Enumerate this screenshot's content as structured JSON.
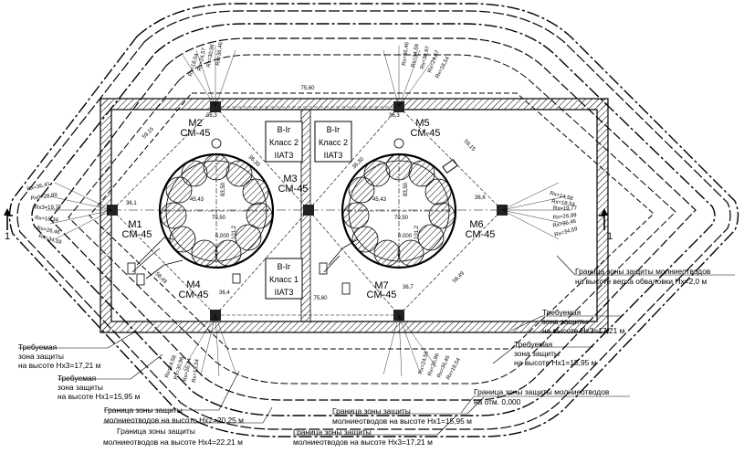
{
  "masts": [
    {
      "id": "M1",
      "type": "СМ-45"
    },
    {
      "id": "M2",
      "type": "СМ-45"
    },
    {
      "id": "M3",
      "type": "СМ-45"
    },
    {
      "id": "M4",
      "type": "СМ-45"
    },
    {
      "id": "M5",
      "type": "СМ-45"
    },
    {
      "id": "M6",
      "type": "СМ-45"
    },
    {
      "id": "M7",
      "type": "СМ-45"
    }
  ],
  "zone_boxes": [
    {
      "line1": "В-Iг",
      "line2": "Класс 2",
      "line3": "IIАТ3"
    },
    {
      "line1": "В-Iг",
      "line2": "Класс 2",
      "line3": "IIАТ3"
    },
    {
      "line1": "В-Iг",
      "line2": "Класс 1",
      "line3": "IIАТ3"
    }
  ],
  "section_mark": "1",
  "dims": {
    "top_total": "75,60",
    "bottom_total": "75,60",
    "left_d1": "59,15",
    "left_d2": "58,49",
    "right_d1": "59,15",
    "right_d2": "58,49",
    "center_left": "36,30",
    "center_right": "36,30",
    "tank_left_1": "45,43",
    "tank_left_2": "79,50",
    "tank_left_3": "83,50",
    "tank_left_4": "101,2",
    "tank_left_5": "0,000",
    "tank_right_1": "45,43",
    "tank_right_2": "79,50",
    "tank_right_3": "83,50",
    "tank_right_4": "101,2",
    "tank_right_5": "0,000",
    "m1_label": "36,1",
    "m2_label": "36,3",
    "m5_label": "36,3",
    "m6_label": "36,6",
    "m4_label": "36,4",
    "m7_label": "36,7"
  },
  "radii_left": [
    "Rx=36,41",
    "Rx0=28,89",
    "Rx3=19,77",
    "Rx=16,34",
    "Rx=26,46",
    "Rx=34,59"
  ],
  "radii_right": [
    "Rx=14,58",
    "Rx=18,54",
    "Rx=19,77",
    "Rx=26,99",
    "Rx=36,46",
    "Rx=34,59"
  ],
  "radii_top_left": [
    "Rx=36,46",
    "Rx=30,96",
    "Rx=24,57",
    "Rx=18,54"
  ],
  "radii_top_right": [
    "Rx=36,46",
    "Rx=34,59",
    "Rx=30,97",
    "Rx=24,57",
    "Rx=18,54"
  ],
  "radii_bot_left": [
    "Rx=24,58",
    "Rx=30,96",
    "Rx=26,44",
    "Rx=18,54"
  ],
  "radii_bot_right": [
    "Rx=24,58",
    "Rx=30,96",
    "Rx=36,46",
    "Rx=18,54"
  ],
  "annotations": {
    "ul_req_title": "Требуемая",
    "ul_req_line2": "зона защиты",
    "ul_req_line3": "на высоте Нх3=17,21 м",
    "ll_req_title": "Требуемая",
    "ll_req_line2": "зона защиты",
    "ll_req_line3": "на высоте Нх1=15,95 м",
    "bound2_line1": "Граница зоны защиты",
    "bound2_line2": "молниеотводов на высоте Нх2=20,25 м",
    "bound4_line1": "Граница зоны защиты",
    "bound4_line2": "молниеотводов на высоте Нх4=22,21 м",
    "bound1_line1": "Граница зоны защиты",
    "bound1_line2": "молниеотводов на высоте Нх1=15,95 м",
    "bound3_line1": "Граница зоны защиты",
    "bound3_line2": "молниеотводов на высоте Нх3=17,21 м",
    "right_top_line1": "Граница зоны защиты молниеотводов",
    "right_top_line2": "на высоте верха обваловки Нх=2,0 м",
    "r_req3_title": "Требуемая",
    "r_req3_line2": "зона защиты",
    "r_req3_line3": "на высоте Нх3=17,21 м",
    "r_req1_title": "Требуемая",
    "r_req1_line2": "зона защиты",
    "r_req1_line3": "на высоте Нх1=15,95 м",
    "zero_line1": "Граница зоны защиты молниеотводов",
    "zero_line2": "на отм. 0,000"
  }
}
